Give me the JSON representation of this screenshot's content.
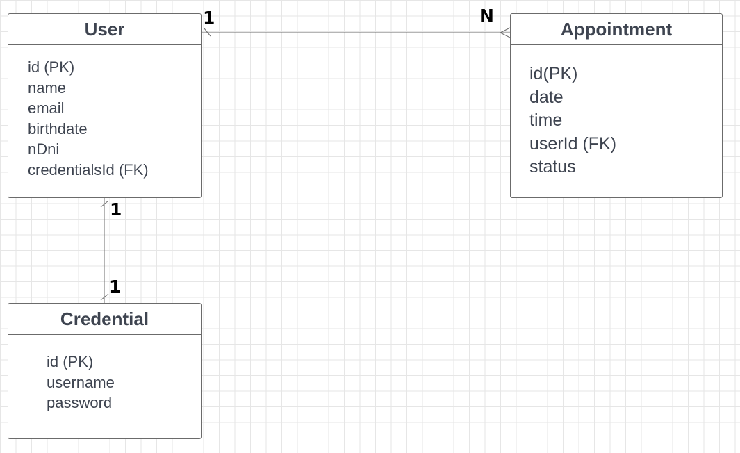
{
  "entities": {
    "user": {
      "title": "User",
      "attributes": [
        "id (PK)",
        "name",
        "email",
        "birthdate",
        "nDni",
        "credentialsId (FK)"
      ]
    },
    "appointment": {
      "title": "Appointment",
      "attributes": [
        "id(PK)",
        "date",
        "time",
        "userId (FK)",
        "status"
      ]
    },
    "credential": {
      "title": "Credential",
      "attributes": [
        "id (PK)",
        "username",
        "password"
      ]
    }
  },
  "relationships": {
    "user_appointment": {
      "from": "User",
      "to": "Appointment",
      "from_cardinality": "1",
      "to_cardinality": "N"
    },
    "user_credential": {
      "from": "User",
      "to": "Credential",
      "from_cardinality": "1",
      "to_cardinality": "1"
    }
  },
  "colors": {
    "line": "#6b6b6b",
    "text": "#3e4450",
    "grid": "#e6e6e6"
  }
}
